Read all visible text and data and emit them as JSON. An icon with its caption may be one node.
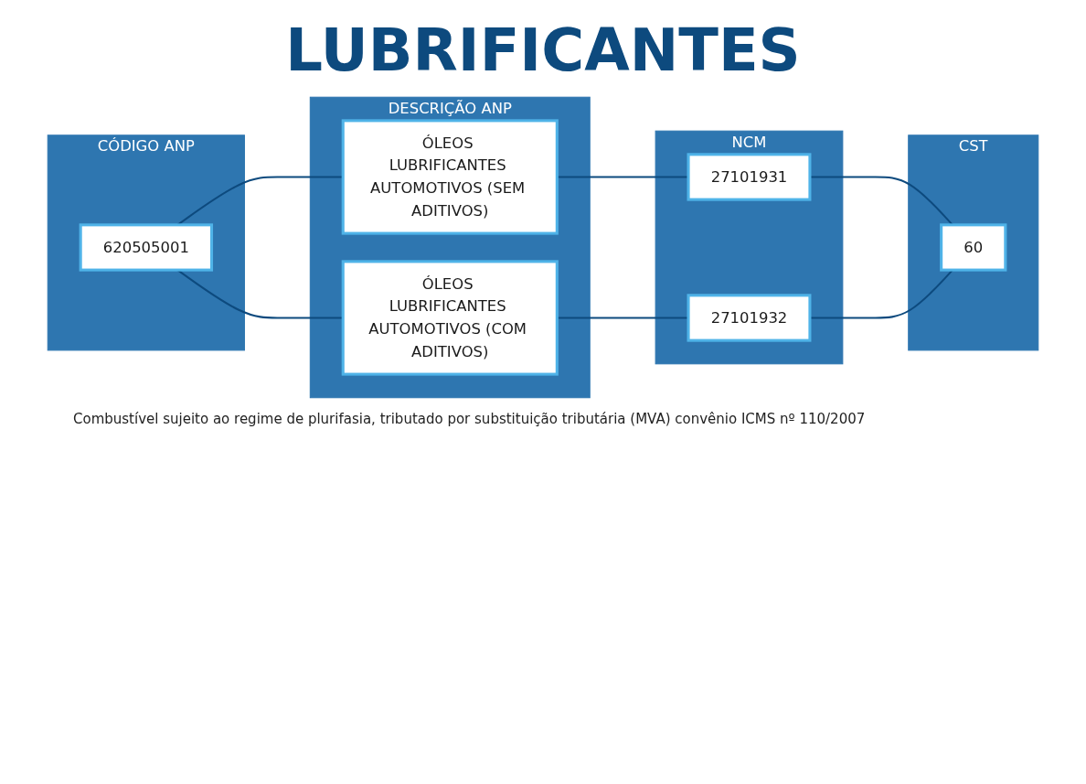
{
  "diagram": {
    "title": "LUBRIFICANTES",
    "caption": "Combustível sujeito ao regime de plurifasia, tributado por substituição tributária (MVA) convênio ICMS nº 110/2007",
    "nodes": [
      {
        "text": [
          "CÓDIGO ANP"
        ]
      },
      {
        "text": [
          "620505001"
        ],
        "in": 0
      },
      {
        "text": [
          "DESCRIÇÃO ANP"
        ]
      },
      {
        "text": [
          "ÓLEOS LUBRIFICANTES AUTOMOTIVOS (SEM ADITIVOS)"
        ],
        "in": 2
      },
      {
        "text": [
          "ÓLEOS LUBRIFICANTES AUTOMOTIVOS (COM ADITIVOS)"
        ],
        "in": 2
      },
      {
        "text": [
          "NCM"
        ]
      },
      {
        "text": [
          "27101931"
        ],
        "in": 5
      },
      {
        "text": [
          "27101932"
        ],
        "in": 5
      },
      {
        "text": [
          "CST"
        ]
      },
      {
        "text": [
          "60"
        ],
        "in": 8
      }
    ],
    "edges": [
      {
        "from": 1,
        "to": 3,
        "arrow": "none"
      },
      {
        "from": 1,
        "to": 4,
        "arrow": "none"
      },
      {
        "from": 3,
        "to": 6,
        "arrow": "none"
      },
      {
        "from": 4,
        "to": 7,
        "arrow": "none"
      },
      {
        "from": 6,
        "to": 9,
        "arrow": "none"
      },
      {
        "from": 7,
        "to": 9,
        "arrow": "none"
      }
    ]
  }
}
